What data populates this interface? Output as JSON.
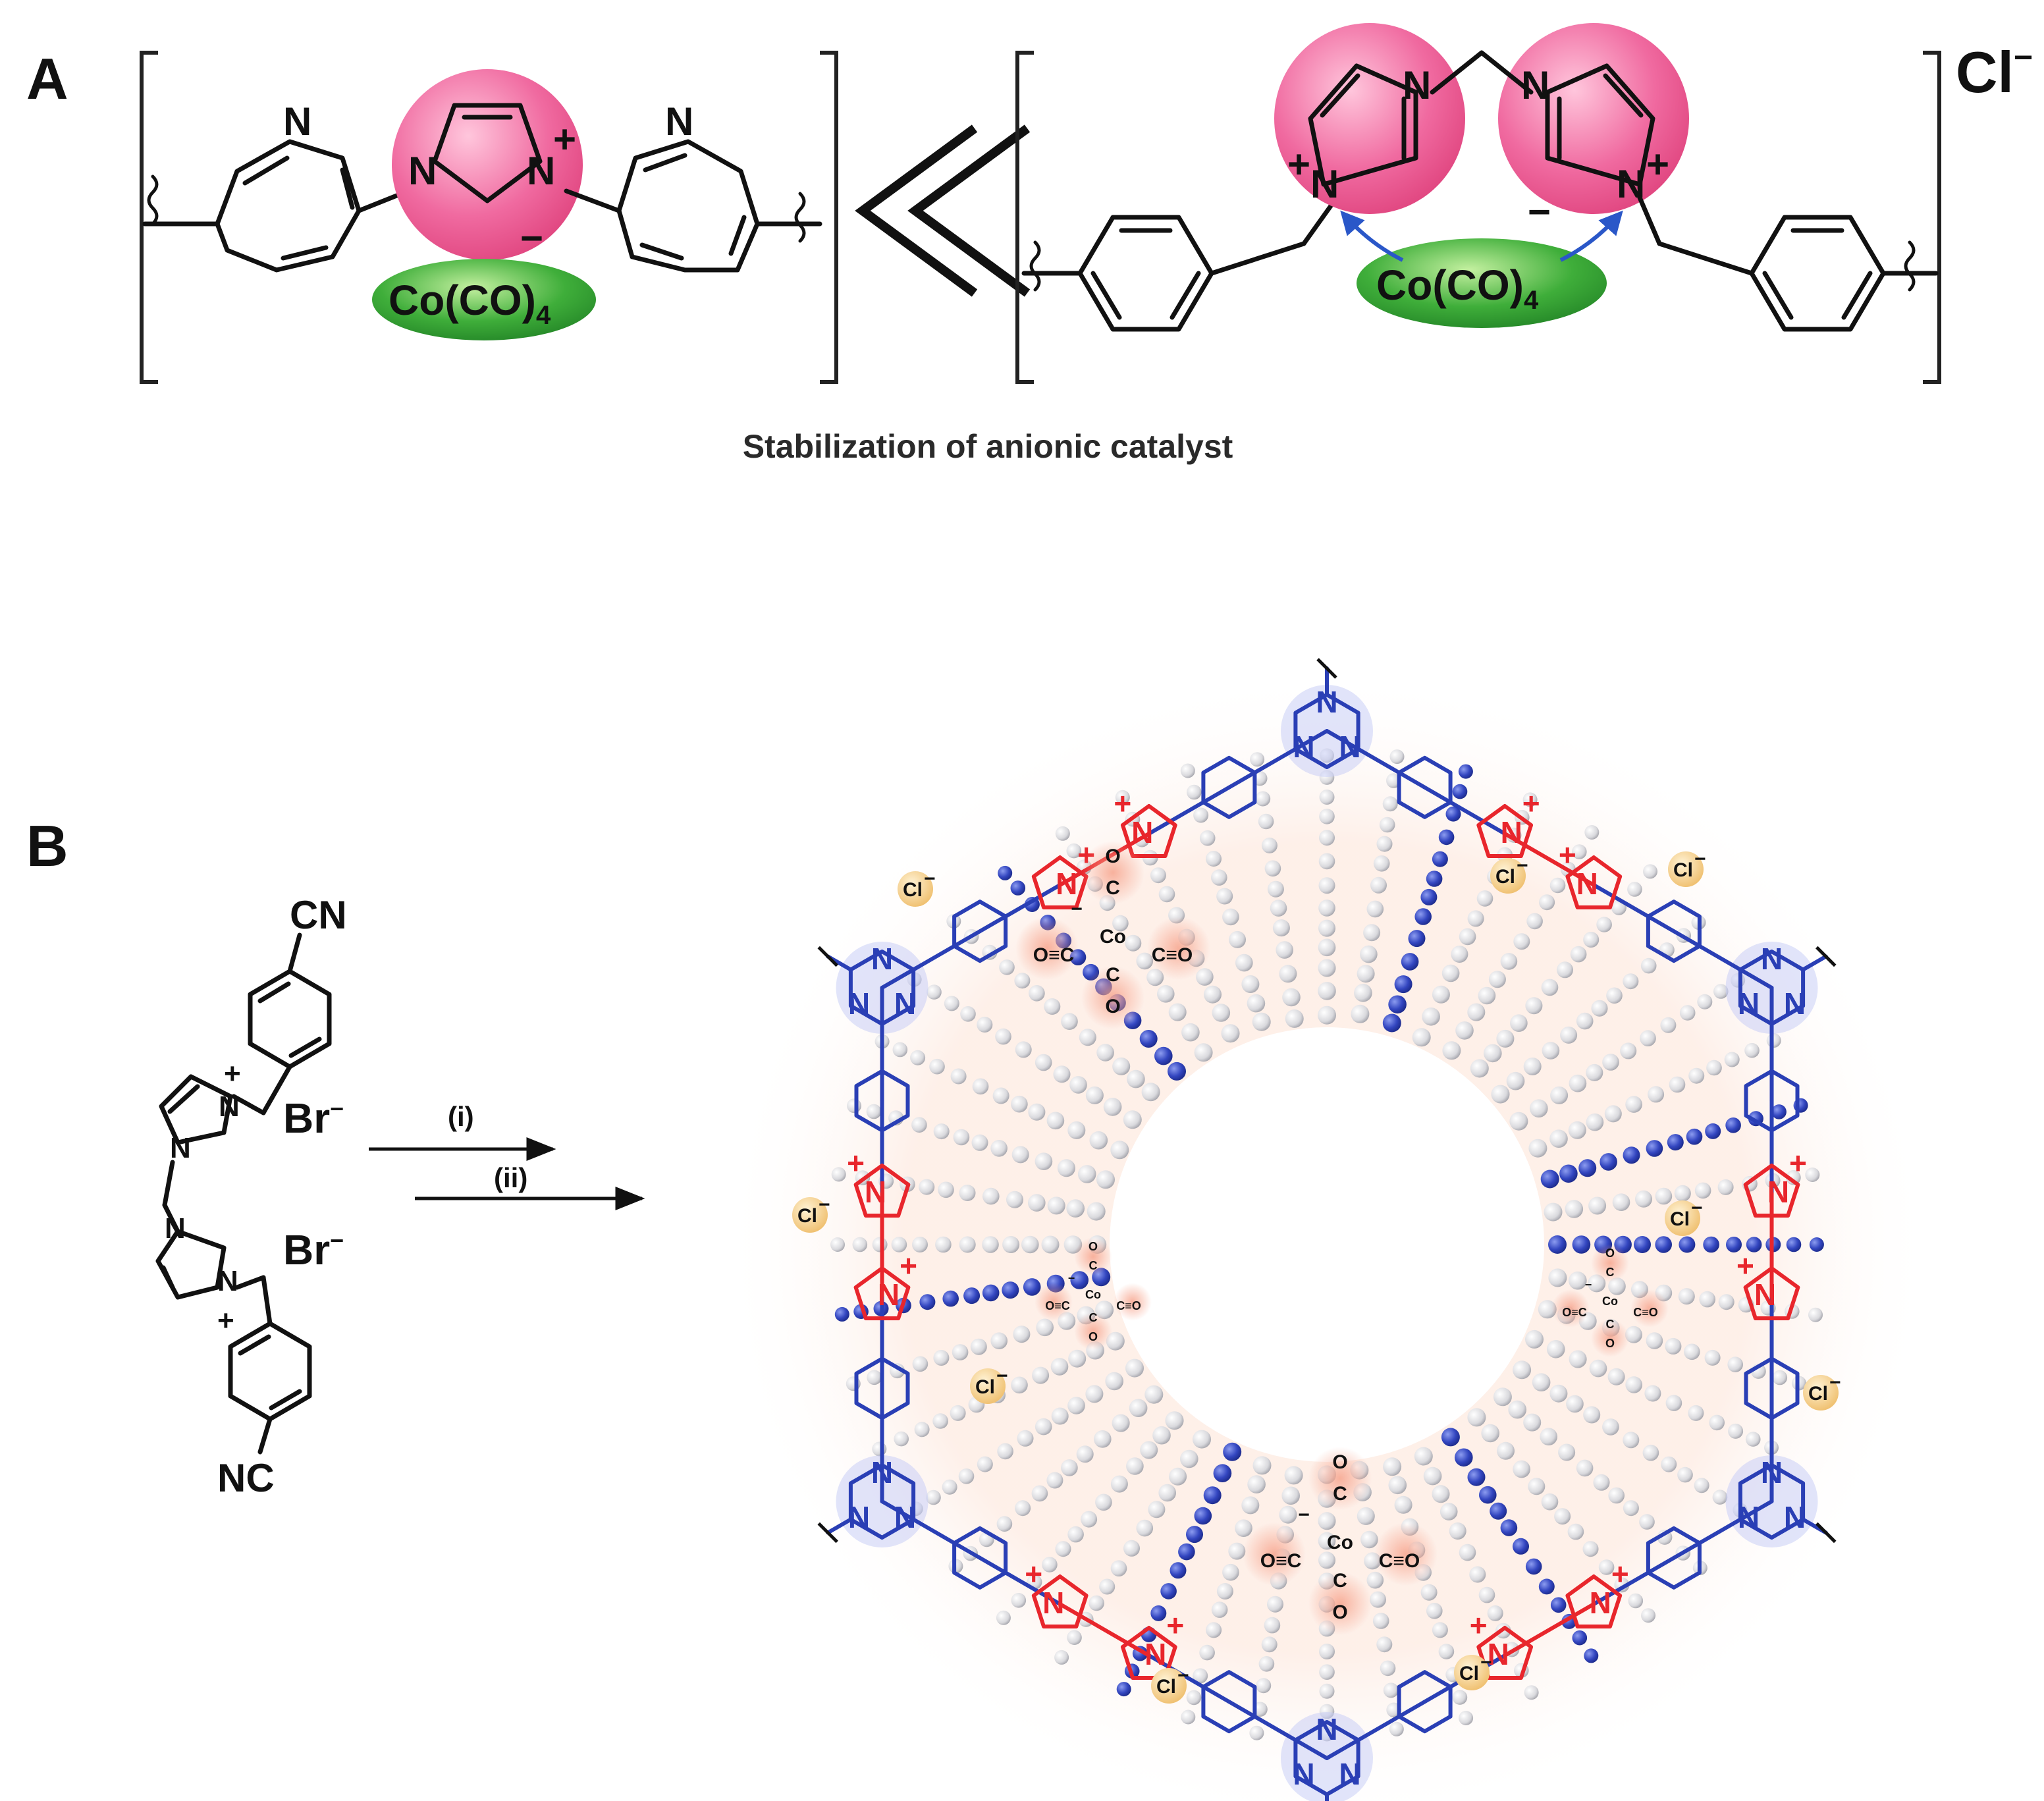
{
  "panels": {
    "a": "A",
    "b": "B"
  },
  "panel_a": {
    "caption": "Stabilization of anionic catalyst",
    "counter_ion": "Cl",
    "counter_ion_charge": "−",
    "catalyst": "Co(CO)",
    "catalyst_subscript": "4",
    "catalyst_charge": "−",
    "nitrogen": "N",
    "plus": "+",
    "comparison": "≪"
  },
  "panel_b": {
    "monomer": {
      "top_group": "CN",
      "bottom_group": "NC",
      "counter_ion": "Br",
      "counter_ion_charge": "−",
      "nitrogen": "N",
      "plus": "+"
    },
    "steps": [
      "(i)",
      "(ii)"
    ],
    "framework": {
      "chloride": "Cl",
      "chloride_charge": "−",
      "cobalt": "Co",
      "carbonyl_o": "O",
      "carbonyl_c": "C",
      "carbonyl_oc": "O≡C",
      "carbonyl_co": "C≡O",
      "nitrogen": "N",
      "plus": "+"
    }
  },
  "colors": {
    "imidazolium_highlight": "#f06aa0",
    "catalyst_highlight": "#3fae3a",
    "triazine_linker": "#2a3fb5",
    "imidazolium_linker": "#e8262c",
    "chloride_bubble": "#f3c87a",
    "carbonyl_glow": "#f7a58e"
  },
  "icons": [
    "wavy-bond-icon",
    "interaction-arrow-icon",
    "reaction-arrow-icon",
    "pore-channel-icon"
  ]
}
